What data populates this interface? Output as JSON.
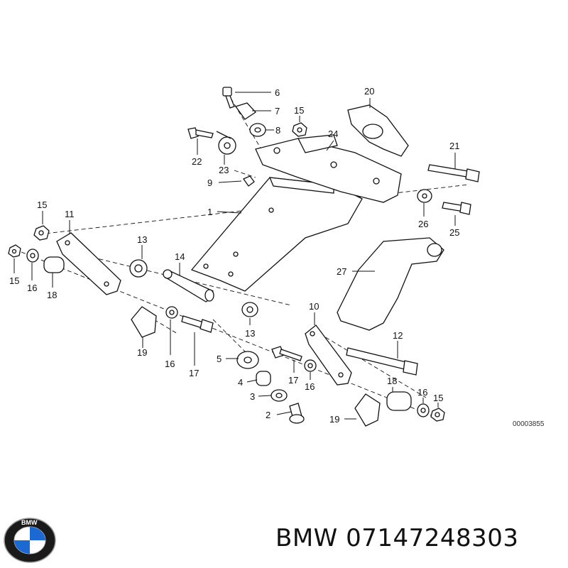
{
  "diagram": {
    "callouts": [
      {
        "label": "1"
      },
      {
        "label": "2"
      },
      {
        "label": "3"
      },
      {
        "label": "4"
      },
      {
        "label": "5"
      },
      {
        "label": "6"
      },
      {
        "label": "7"
      },
      {
        "label": "8"
      },
      {
        "label": "9"
      },
      {
        "label": "10"
      },
      {
        "label": "11"
      },
      {
        "label": "12"
      },
      {
        "label": "13"
      },
      {
        "label": "13"
      },
      {
        "label": "14"
      },
      {
        "label": "15"
      },
      {
        "label": "15"
      },
      {
        "label": "15"
      },
      {
        "label": "15"
      },
      {
        "label": "16"
      },
      {
        "label": "16"
      },
      {
        "label": "16"
      },
      {
        "label": "16"
      },
      {
        "label": "17"
      },
      {
        "label": "17"
      },
      {
        "label": "18"
      },
      {
        "label": "18"
      },
      {
        "label": "19"
      },
      {
        "label": "19"
      },
      {
        "label": "20"
      },
      {
        "label": "21"
      },
      {
        "label": "22"
      },
      {
        "label": "23"
      },
      {
        "label": "24"
      },
      {
        "label": "25"
      },
      {
        "label": "26"
      },
      {
        "label": "27"
      }
    ],
    "reference_number": "00003855"
  },
  "footer": {
    "brand_logo_icon": "bmw-roundel-icon",
    "logo_text": "BMW",
    "part_number_text": "BMW 07147248303"
  },
  "colors": {
    "line": "#111111",
    "background": "#ffffff",
    "logo_blue": "#1c69d4",
    "logo_ring": "#1a1a1a"
  }
}
